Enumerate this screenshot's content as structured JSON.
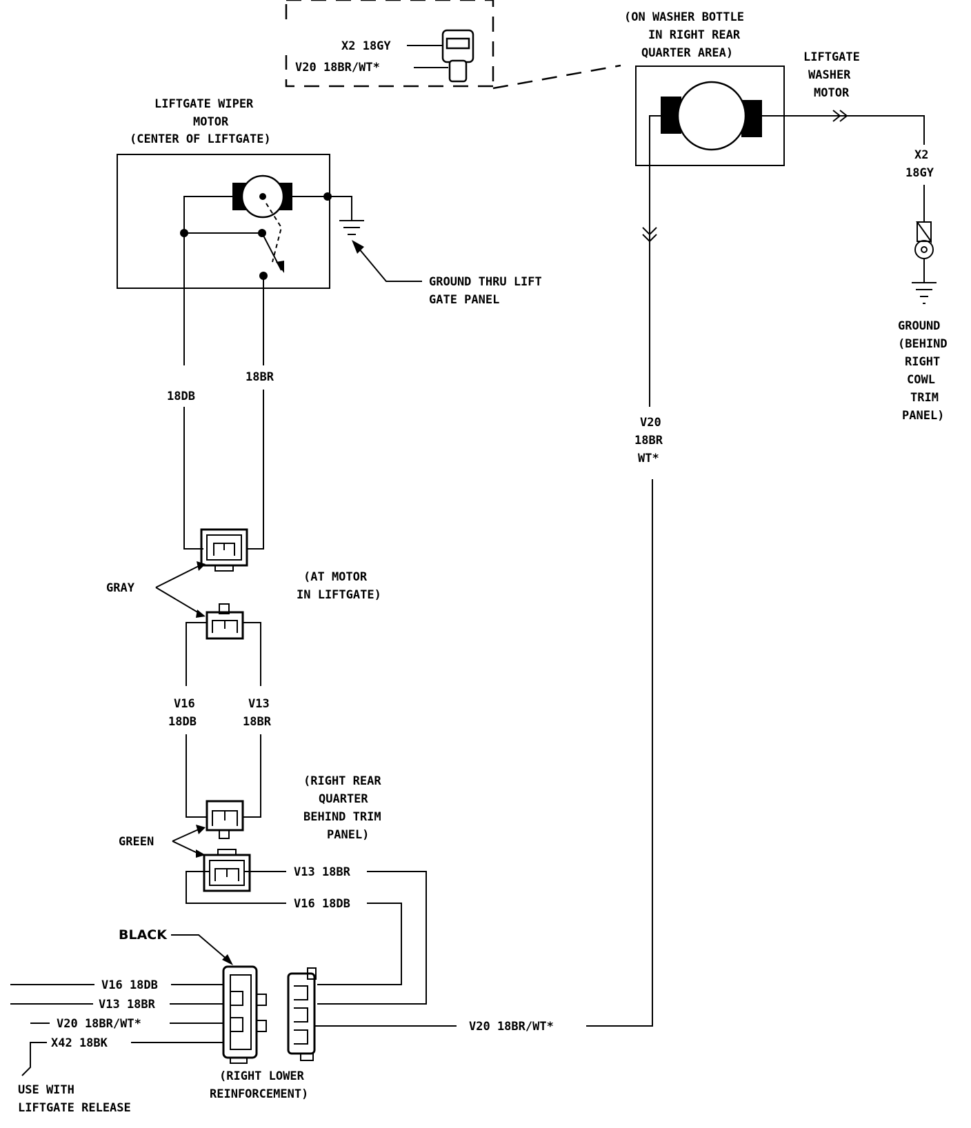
{
  "connector_inset": {
    "x2_label": "X2 18GY",
    "v20_label": "V20 18BR/WT*"
  },
  "washer_motor": {
    "location": [
      "(ON WASHER BOTTLE",
      "IN RIGHT REAR",
      "QUARTER AREA)"
    ],
    "title": [
      "LIFTGATE",
      "WASHER",
      "MOTOR"
    ],
    "wire_x2": [
      "X2",
      "18GY"
    ],
    "ground": [
      "GROUND",
      "(BEHIND",
      "RIGHT",
      "COWL",
      "TRIM",
      "PANEL)"
    ],
    "wire_v20": [
      "V20",
      "18BR",
      "WT*"
    ]
  },
  "wiper_motor": {
    "title": [
      "LIFTGATE WIPER",
      "MOTOR",
      "(CENTER OF LIFTGATE)"
    ],
    "ground": [
      "GROUND THRU LIFT",
      "GATE PANEL"
    ],
    "wire_left": "18DB",
    "wire_right": "18BR"
  },
  "gray_connector": {
    "label": "GRAY",
    "location": [
      "(AT MOTOR",
      "IN LIFTGATE)"
    ]
  },
  "mid_wires": {
    "left": [
      "V16",
      "18DB"
    ],
    "right": [
      "V13",
      "18BR"
    ]
  },
  "green_connector": {
    "label": "GREEN",
    "location": [
      "(RIGHT REAR",
      "QUARTER",
      "BEHIND TRIM",
      "PANEL)"
    ],
    "v13": "V13 18BR",
    "v16": "V16 18DB"
  },
  "black_connector": {
    "label": "BLACK",
    "wires": [
      "V16 18DB",
      "V13 18BR",
      "V20 18BR/WT*",
      "X42 18BK"
    ],
    "location": [
      "(RIGHT LOWER",
      "REINFORCEMENT)"
    ],
    "note": [
      "USE WITH",
      "LIFTGATE RELEASE"
    ],
    "v20_right": "V20 18BR/WT*"
  }
}
